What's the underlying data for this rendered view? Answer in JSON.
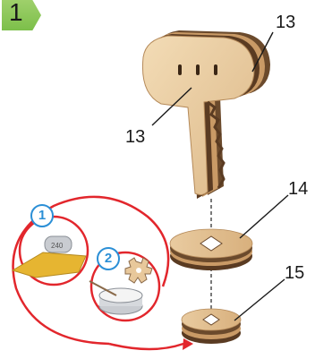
{
  "step": {
    "number": "1"
  },
  "labels": {
    "top_right": "13",
    "left": "13",
    "ring_upper": "14",
    "ring_lower": "15"
  },
  "callouts": {
    "one": "1",
    "two": "2"
  },
  "sandpaper": {
    "grit": "240"
  },
  "colors": {
    "step_badge": "#7cbf4a",
    "callout_ring": "#e2262c",
    "callout_number": "#2b8fd6",
    "sandpaper": "#e6b531",
    "wood": "#e8c89b",
    "wood_edge": "#6b4a2c"
  },
  "icons": [
    "sandpaper-icon",
    "wax-tin-icon",
    "gear-part-icon"
  ]
}
